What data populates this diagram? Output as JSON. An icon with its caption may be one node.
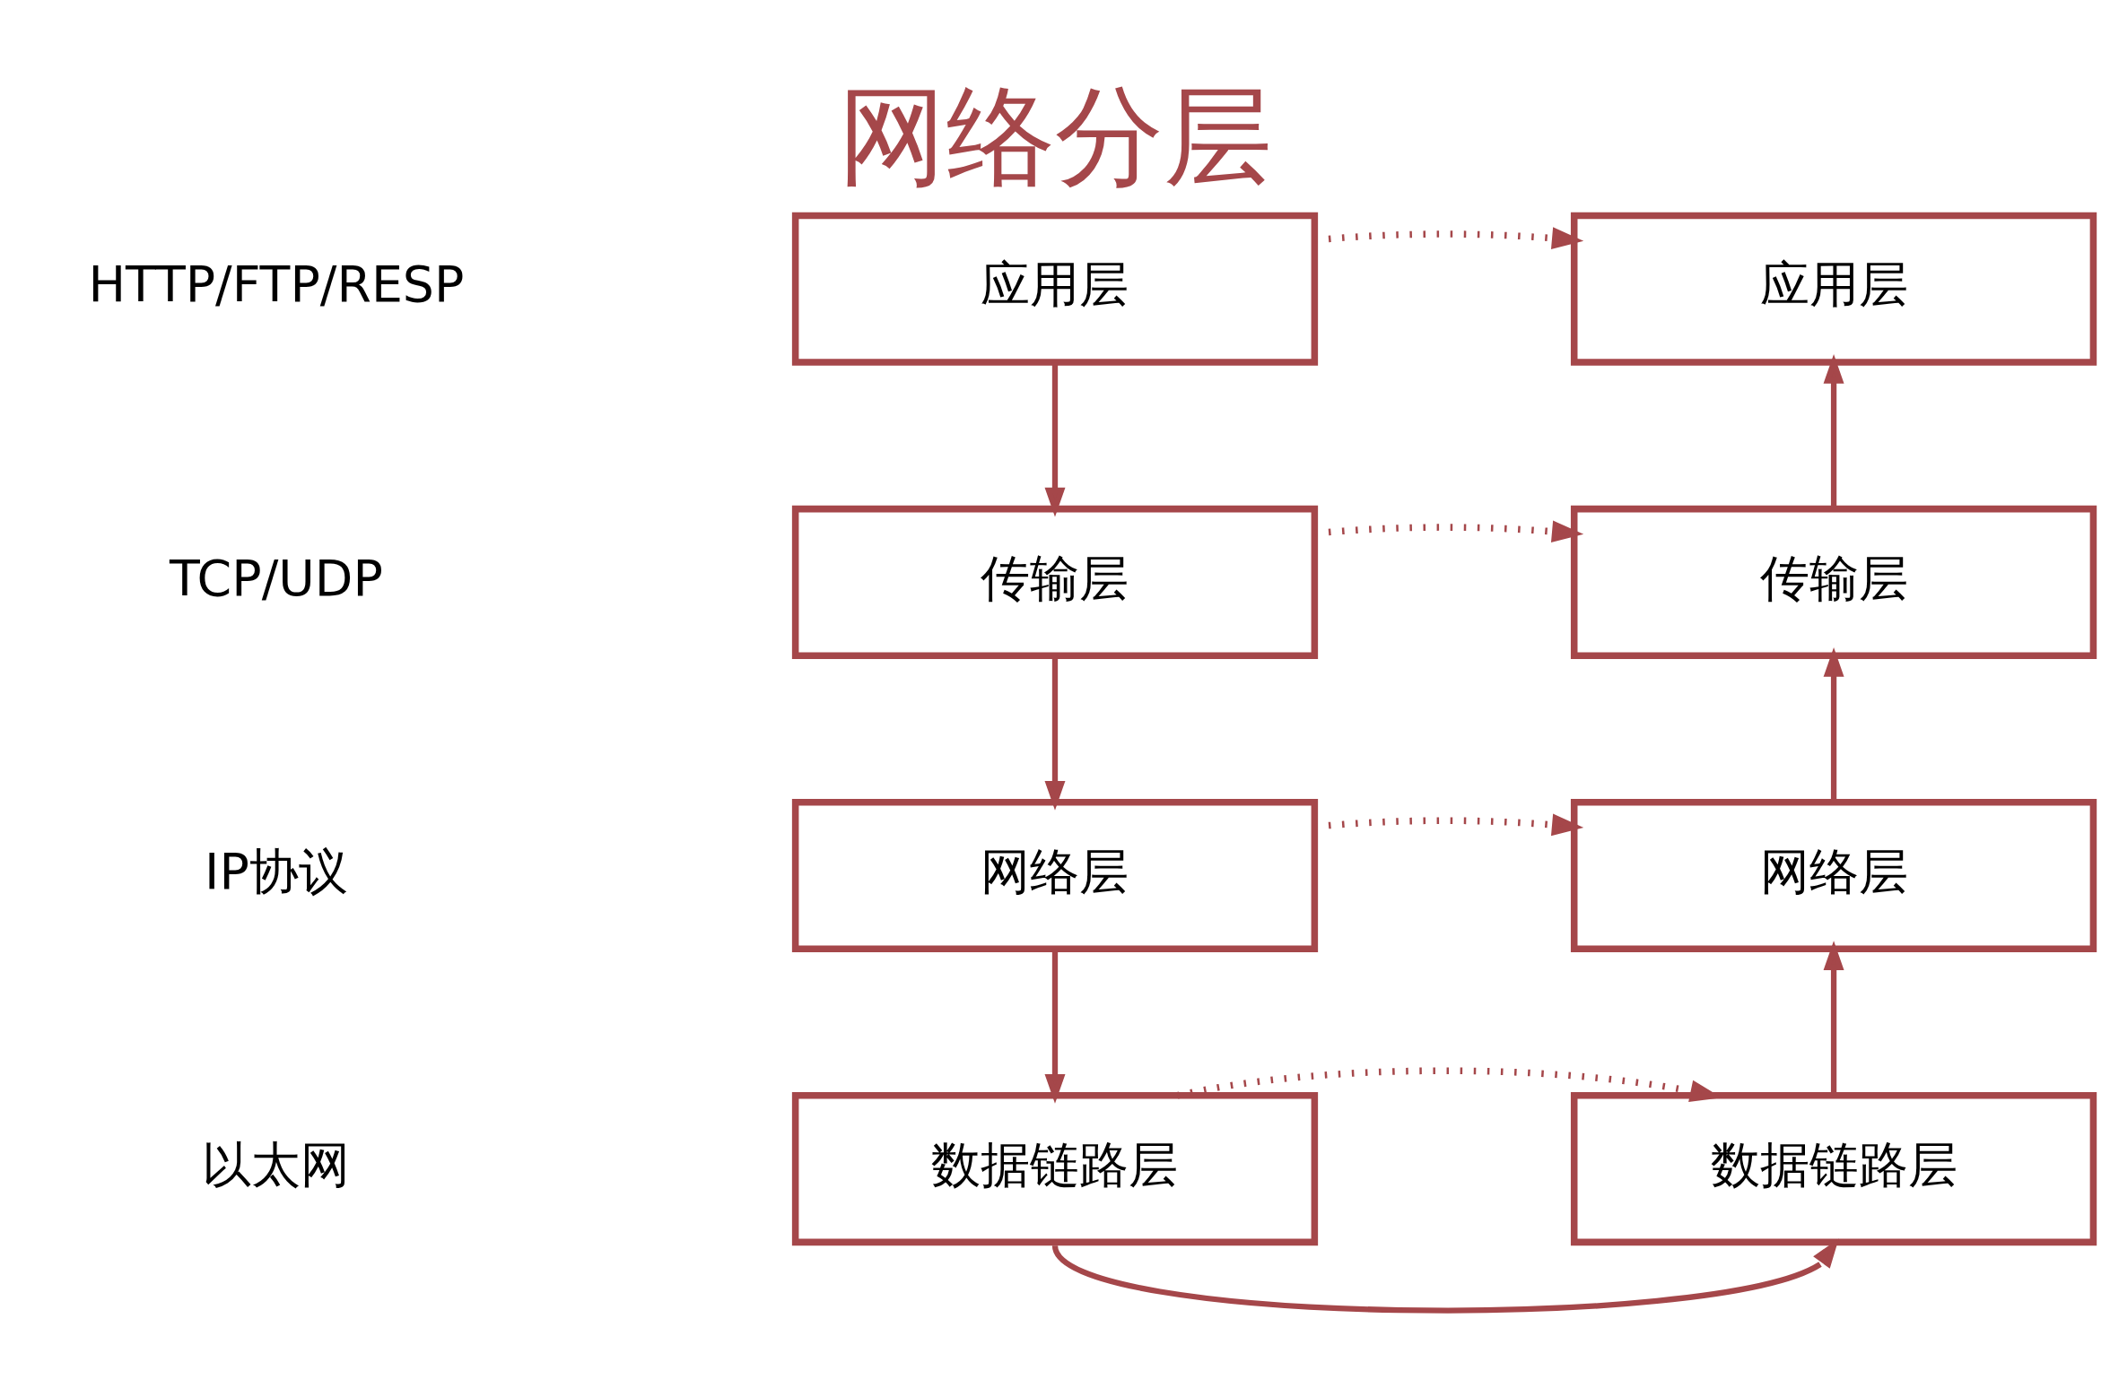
{
  "diagram": {
    "title": "网络分层",
    "nodes": [
      {
        "text": [
          "应用层"
        ]
      },
      {
        "text": [
          "传输层"
        ]
      },
      {
        "text": [
          "网络层"
        ]
      },
      {
        "text": [
          "数据链路层"
        ]
      },
      {
        "text": [
          "应用层"
        ]
      },
      {
        "text": [
          "传输层"
        ]
      },
      {
        "text": [
          "网络层"
        ]
      },
      {
        "text": [
          "数据链路层"
        ]
      }
    ],
    "edges": [
      {
        "from": 0,
        "to": 1,
        "arrow": "to"
      },
      {
        "from": 1,
        "to": 2,
        "arrow": "to"
      },
      {
        "from": 2,
        "to": 3,
        "arrow": "to"
      },
      {
        "from": 0,
        "to": 4,
        "arrow": "to",
        "style": "dashed"
      },
      {
        "from": 1,
        "to": 5,
        "arrow": "to",
        "style": "dashed"
      },
      {
        "from": 2,
        "to": 6,
        "arrow": "to",
        "style": "dashed"
      },
      {
        "from": 3,
        "to": 7,
        "arrow": "to",
        "style": "dashed"
      },
      {
        "from": 3,
        "to": 7,
        "arrow": "to"
      },
      {
        "from": 7,
        "to": 6,
        "arrow": "to"
      },
      {
        "from": 6,
        "to": 5,
        "arrow": "to"
      },
      {
        "from": 5,
        "to": 4,
        "arrow": "to"
      }
    ],
    "labels": [
      "HTTP/FTP/RESP",
      "TCP/UDP",
      "IP协议",
      "以太网"
    ]
  }
}
